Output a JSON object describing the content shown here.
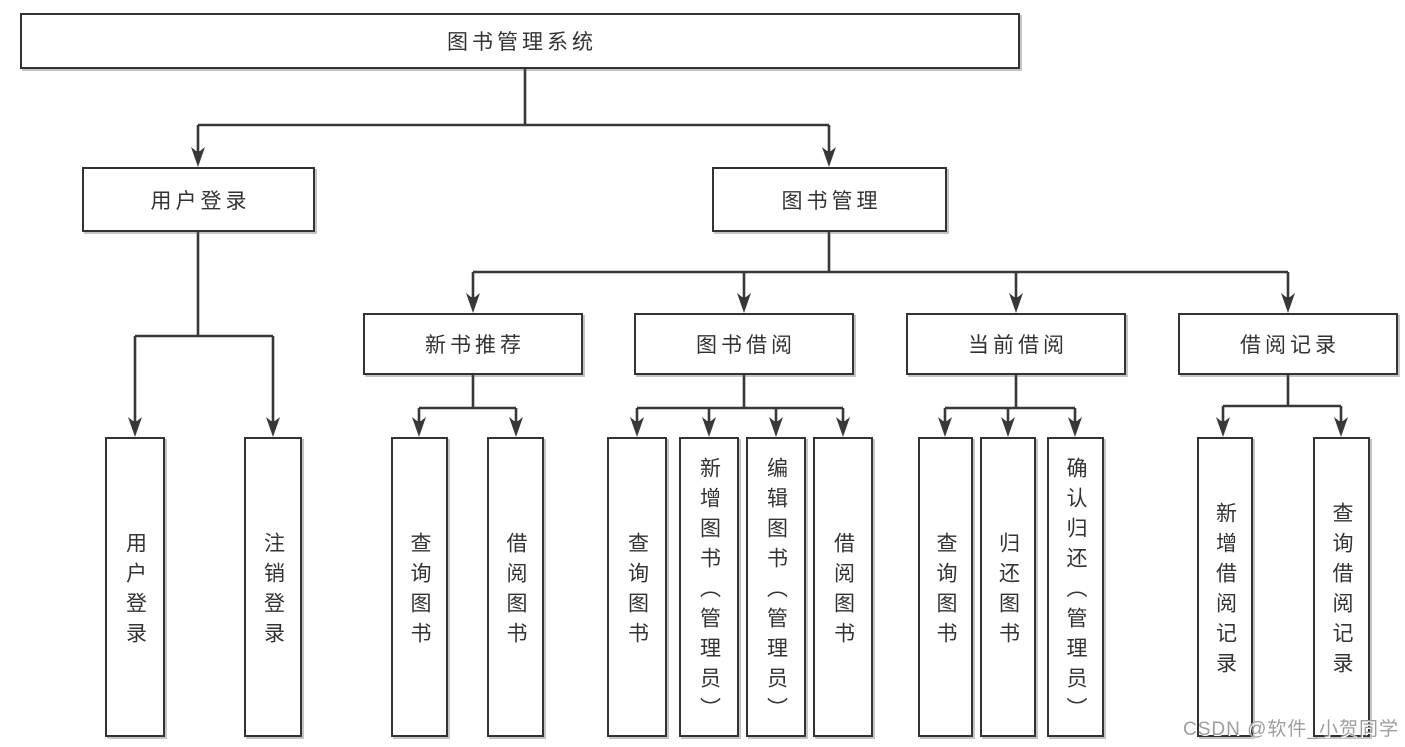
{
  "diagram_title": "图书管理系统",
  "tree": {
    "root": {
      "label": "图书管理系统"
    },
    "level2": [
      {
        "label": "用户登录",
        "leaves": [
          {
            "label": "用户登录"
          },
          {
            "label": "注销登录"
          }
        ]
      },
      {
        "label": "图书管理",
        "sections": [
          {
            "label": "新书推荐",
            "leaves": [
              {
                "label": "查询图书"
              },
              {
                "label": "借阅图书"
              }
            ]
          },
          {
            "label": "图书借阅",
            "leaves": [
              {
                "label": "查询图书"
              },
              {
                "label": "新增图书（管理员）"
              },
              {
                "label": "编辑图书（管理员）"
              },
              {
                "label": "借阅图书"
              }
            ]
          },
          {
            "label": "当前借阅",
            "leaves": [
              {
                "label": "查询图书"
              },
              {
                "label": "归还图书"
              },
              {
                "label": "确认归还（管理员）"
              }
            ]
          },
          {
            "label": "借阅记录",
            "leaves": [
              {
                "label": "新增借阅记录"
              },
              {
                "label": "查询借阅记录"
              }
            ]
          }
        ]
      }
    ]
  },
  "watermark": "CSDN @软件_小贺同学",
  "colors": {
    "line": "#383838",
    "text": "#333333",
    "box_border": "#333333",
    "watermark": "#9e9e9e"
  }
}
